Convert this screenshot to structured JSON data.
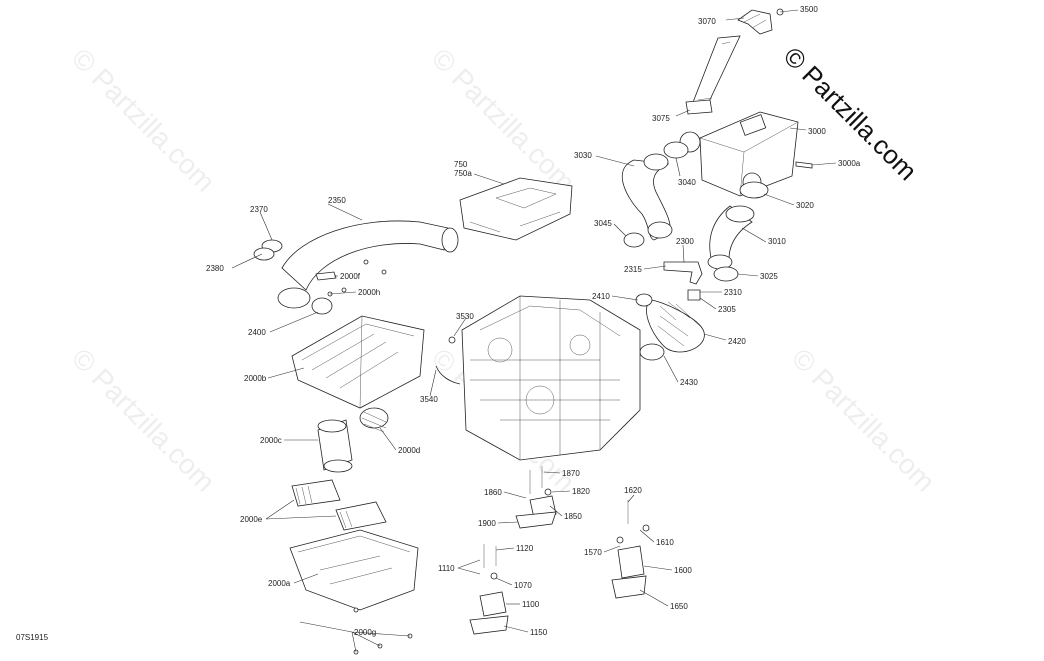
{
  "brand_watermark": "© Partzilla.com",
  "diagram_code": "07S1915",
  "callouts": [
    {
      "id": "3500",
      "text": "3500"
    },
    {
      "id": "3070",
      "text": "3070"
    },
    {
      "id": "3075",
      "text": "3075"
    },
    {
      "id": "3000",
      "text": "3000"
    },
    {
      "id": "3000a",
      "text": "3000a"
    },
    {
      "id": "3030",
      "text": "3030"
    },
    {
      "id": "3040",
      "text": "3040"
    },
    {
      "id": "3020",
      "text": "3020"
    },
    {
      "id": "3045",
      "text": "3045"
    },
    {
      "id": "3010",
      "text": "3010"
    },
    {
      "id": "2300",
      "text": "2300"
    },
    {
      "id": "3025",
      "text": "3025"
    },
    {
      "id": "2315",
      "text": "2315"
    },
    {
      "id": "2310",
      "text": "2310"
    },
    {
      "id": "2410",
      "text": "2410"
    },
    {
      "id": "2305",
      "text": "2305"
    },
    {
      "id": "2420",
      "text": "2420"
    },
    {
      "id": "2430",
      "text": "2430"
    },
    {
      "id": "750",
      "text": "750"
    },
    {
      "id": "750a",
      "text": "750a"
    },
    {
      "id": "2350",
      "text": "2350"
    },
    {
      "id": "2370",
      "text": "2370"
    },
    {
      "id": "2380",
      "text": "2380"
    },
    {
      "id": "2000f",
      "text": "2000f"
    },
    {
      "id": "2000h",
      "text": "2000h"
    },
    {
      "id": "2400",
      "text": "2400"
    },
    {
      "id": "3530",
      "text": "3530"
    },
    {
      "id": "2000b",
      "text": "2000b"
    },
    {
      "id": "3540",
      "text": "3540"
    },
    {
      "id": "2000c",
      "text": "2000c"
    },
    {
      "id": "2000d",
      "text": "2000d"
    },
    {
      "id": "1870",
      "text": "1870"
    },
    {
      "id": "1860",
      "text": "1860"
    },
    {
      "id": "1820",
      "text": "1820"
    },
    {
      "id": "1850",
      "text": "1850"
    },
    {
      "id": "1900",
      "text": "1900"
    },
    {
      "id": "2000e",
      "text": "2000e"
    },
    {
      "id": "1620",
      "text": "1620"
    },
    {
      "id": "1610",
      "text": "1610"
    },
    {
      "id": "1570",
      "text": "1570"
    },
    {
      "id": "1600",
      "text": "1600"
    },
    {
      "id": "1650",
      "text": "1650"
    },
    {
      "id": "1120",
      "text": "1120"
    },
    {
      "id": "1110",
      "text": "1110"
    },
    {
      "id": "1070",
      "text": "1070"
    },
    {
      "id": "1100",
      "text": "1100"
    },
    {
      "id": "1150",
      "text": "1150"
    },
    {
      "id": "2000a",
      "text": "2000a"
    },
    {
      "id": "2000g",
      "text": "2000g"
    }
  ]
}
